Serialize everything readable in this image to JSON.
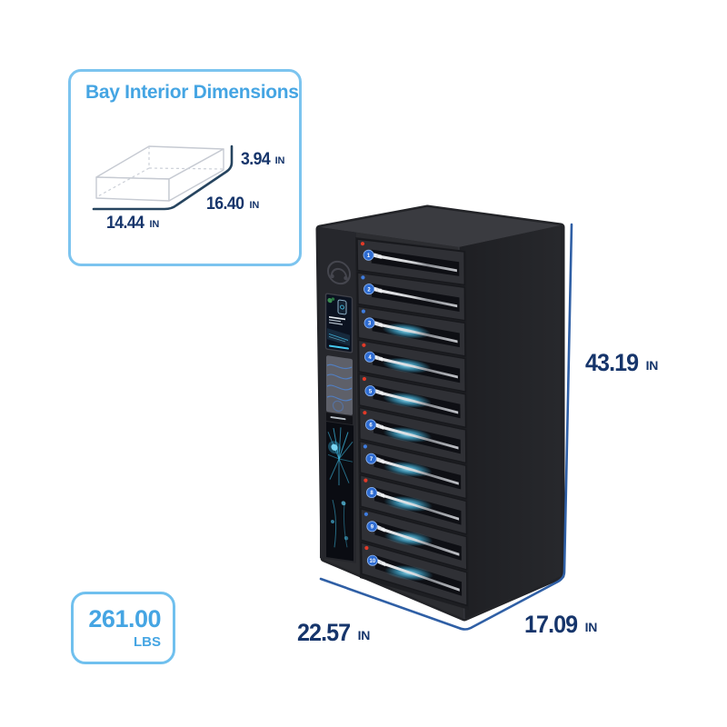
{
  "panel": {
    "title": "Bay Interior Dimensions",
    "height": {
      "value": "3.94",
      "unit": "IN"
    },
    "depth": {
      "value": "16.40",
      "unit": "IN"
    },
    "width": {
      "value": "14.44",
      "unit": "IN"
    }
  },
  "cabinet": {
    "height": {
      "value": "43.19",
      "unit": "IN"
    },
    "width": {
      "value": "22.57",
      "unit": "IN"
    },
    "depth": {
      "value": "17.09",
      "unit": "IN"
    },
    "bays": [
      {
        "number": "1",
        "led_color": "#e23a28",
        "charging": false
      },
      {
        "number": "2",
        "led_color": "#3f7de0",
        "charging": false
      },
      {
        "number": "3",
        "led_color": "#3f7de0",
        "charging": true
      },
      {
        "number": "4",
        "led_color": "#e23a28",
        "charging": true
      },
      {
        "number": "5",
        "led_color": "#e23a28",
        "charging": true
      },
      {
        "number": "6",
        "led_color": "#e23a28",
        "charging": true
      },
      {
        "number": "7",
        "led_color": "#3f7de0",
        "charging": true
      },
      {
        "number": "8",
        "led_color": "#e23a28",
        "charging": true
      },
      {
        "number": "9",
        "led_color": "#3f7de0",
        "charging": true
      },
      {
        "number": "10",
        "led_color": "#e23a28",
        "charging": true
      }
    ]
  },
  "weight": {
    "value": "261.00",
    "unit": "LBS"
  },
  "colors": {
    "accent_blue": "#45a5e3",
    "panel_border": "#7cc4ef",
    "dimension_text": "#16356b",
    "dimension_line": "#2f5fa5",
    "led_red": "#e23a28",
    "led_blue": "#3f7de0",
    "charging_glow": "#49c3ef"
  }
}
